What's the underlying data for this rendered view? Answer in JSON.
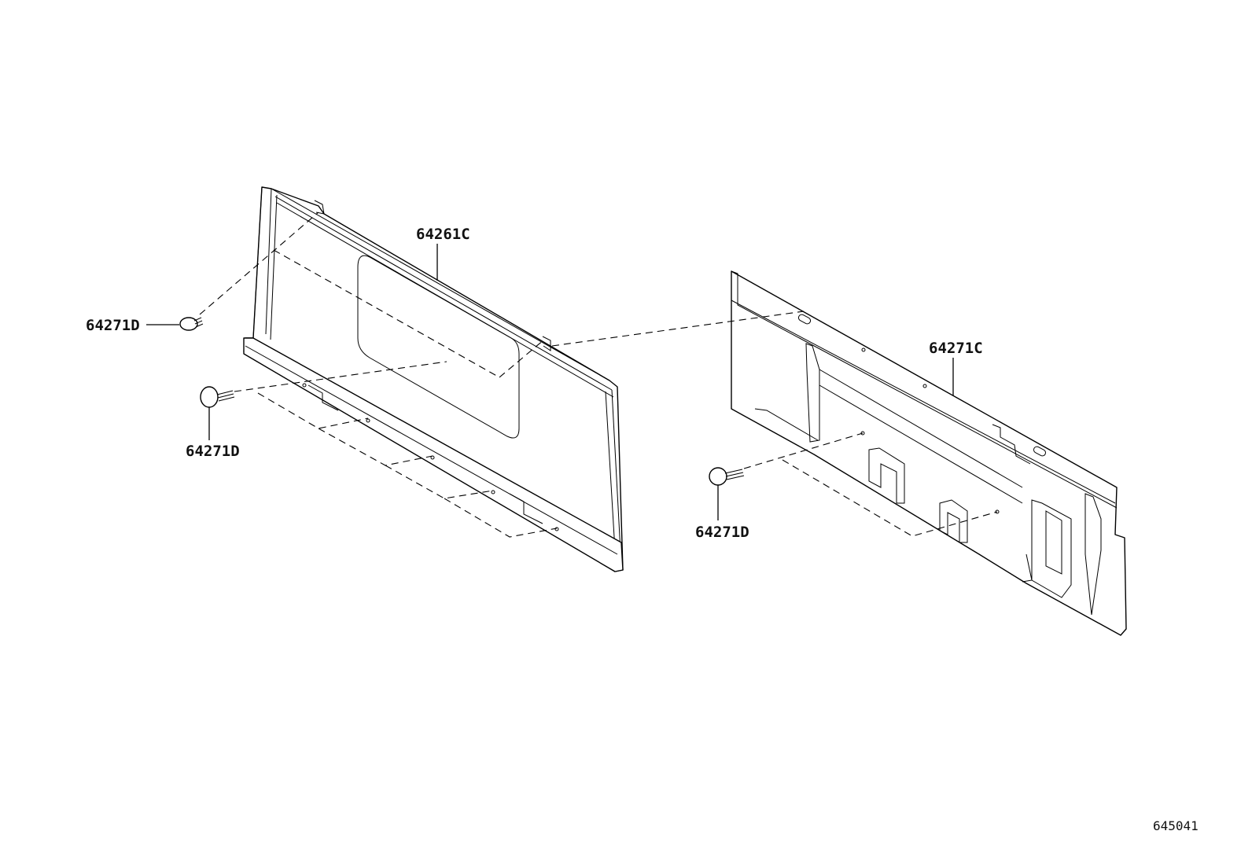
{
  "figure_number": "645041",
  "parts": [
    {
      "id": "p1",
      "part_number": "64261C"
    },
    {
      "id": "p2",
      "part_number": "64271C"
    },
    {
      "id": "p3",
      "part_number": "64271D"
    },
    {
      "id": "p4",
      "part_number": "64271D"
    },
    {
      "id": "p5",
      "part_number": "64271D"
    }
  ],
  "colors": {
    "line": "#000000",
    "background": "#ffffff"
  }
}
